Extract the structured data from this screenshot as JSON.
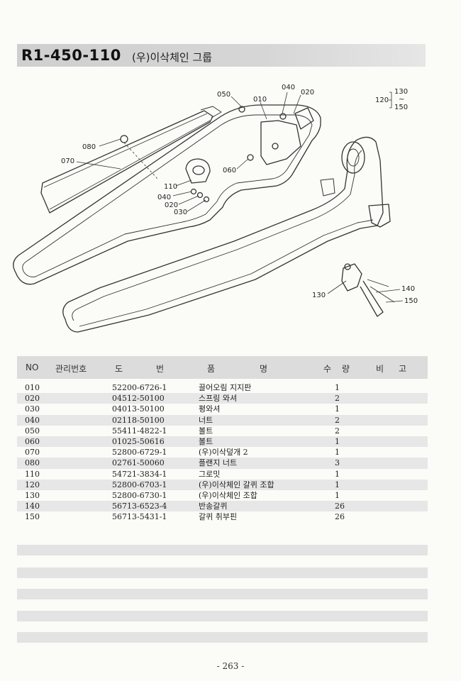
{
  "header": {
    "code": "R1-450-110",
    "name": "(우)이삭체인 그룹"
  },
  "diagram": {
    "callouts": [
      "050",
      "010",
      "040",
      "020",
      "120",
      "130",
      "~",
      "150",
      "080",
      "070",
      "060",
      "110",
      "040",
      "020",
      "030",
      "130",
      "140",
      "150"
    ]
  },
  "table": {
    "headers": {
      "no": "NO",
      "mgmt": "관리번호",
      "drawing_1": "도",
      "drawing_2": "번",
      "name_1": "품",
      "name_2": "명",
      "qty_1": "수",
      "qty_2": "량",
      "remark_1": "비",
      "remark_2": "고"
    },
    "rows": [
      {
        "no": "010",
        "drawing": "52200-6726-1",
        "name": "끌어오림 지지판",
        "qty": "1"
      },
      {
        "no": "020",
        "drawing": "04512-50100",
        "name": "스프링 와셔",
        "qty": "2"
      },
      {
        "no": "030",
        "drawing": "04013-50100",
        "name": "평와셔",
        "qty": "1"
      },
      {
        "no": "040",
        "drawing": "02118-50100",
        "name": "너트",
        "qty": "2"
      },
      {
        "no": "050",
        "drawing": "55411-4822-1",
        "name": "볼트",
        "qty": "2"
      },
      {
        "no": "060",
        "drawing": "01025-50616",
        "name": "볼트",
        "qty": "1"
      },
      {
        "no": "070",
        "drawing": "52800-6729-1",
        "name": "(우)이삭덮개 2",
        "qty": "1"
      },
      {
        "no": "080",
        "drawing": "02761-50060",
        "name": "플랜지 너트",
        "qty": "3"
      },
      {
        "no": "110",
        "drawing": "54721-3834-1",
        "name": "그로밋",
        "qty": "1"
      },
      {
        "no": "120",
        "drawing": "52800-6703-1",
        "name": "(우)이삭체인 갈퀴 조합",
        "qty": "1"
      },
      {
        "no": "130",
        "drawing": "52800-6730-1",
        "name": "(우)이삭체인 조합",
        "qty": "1"
      },
      {
        "no": "140",
        "drawing": "56713-6523-4",
        "name": "반송갈퀴",
        "qty": "26"
      },
      {
        "no": "150",
        "drawing": "56713-5431-1",
        "name": "갈퀴 취부핀",
        "qty": "26"
      }
    ]
  },
  "footer": {
    "page": "- 263 -"
  }
}
